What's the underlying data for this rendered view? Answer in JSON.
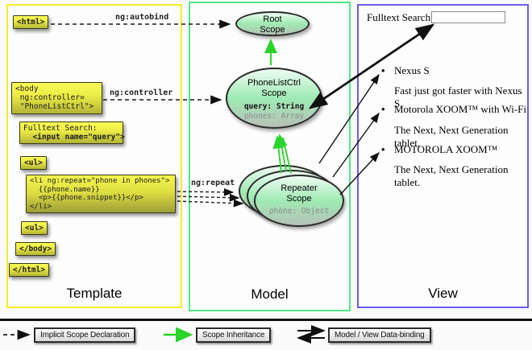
{
  "template_panel": {
    "title": "Template",
    "boxes": {
      "html_open": "<html>",
      "body_open_lines": [
        "<body",
        " ng:controller=",
        " \"PhoneListCtrl\">"
      ],
      "fulltext_line1": "Fulltext Search:",
      "fulltext_line2": "  <input name=\"query\">",
      "ul_open": "<ul>",
      "li_repeat_lines": [
        "<li ng:repeat=\"phone in phones\">",
        "  {{phone.name}}",
        "  <p>{{phone.snippet}}</p>",
        "</li>"
      ],
      "ul_close": "<ul>",
      "body_close": "</body>",
      "html_close": "</html>"
    },
    "edge_labels": {
      "autobind": "ng:autobind",
      "controller": "ng:controller",
      "repeat": "ng:repeat"
    }
  },
  "model_panel": {
    "title": "Model",
    "root_scope": {
      "line1": "Root",
      "line2": "Scope"
    },
    "phonelist_scope": {
      "line1": "PhoneListCtrl",
      "line2": "Scope",
      "prop_query": "query: String",
      "prop_phones": "phones: Array"
    },
    "repeater_scope": {
      "line1": "Repeater",
      "line2": "Scope",
      "prop_phone": "phone: Object"
    }
  },
  "view_panel": {
    "title": "View",
    "search_label": "Fulltext Search:",
    "search_value": "",
    "bullet": "•",
    "items": [
      {
        "name": "Nexus S",
        "snippet": "Fast just got faster with Nexus S."
      },
      {
        "name": "Motorola XOOM™  with Wi-Fi",
        "snippet": "The Next, Next Generation tablet."
      },
      {
        "name": "MOTOROLA XOOM™",
        "snippet": "The Next, Next Generation tablet."
      }
    ]
  },
  "legend": {
    "implicit": "Implicit Scope Declaration",
    "inheritance": "Scope Inheritance",
    "databinding": "Model / View Data-binding"
  },
  "colors": {
    "template_border": "#f2ee2a",
    "model_border": "#4fe889",
    "view_border": "#6c5cf0",
    "inheritance_green": "#2ad42a",
    "arrow_black": "#111111"
  }
}
